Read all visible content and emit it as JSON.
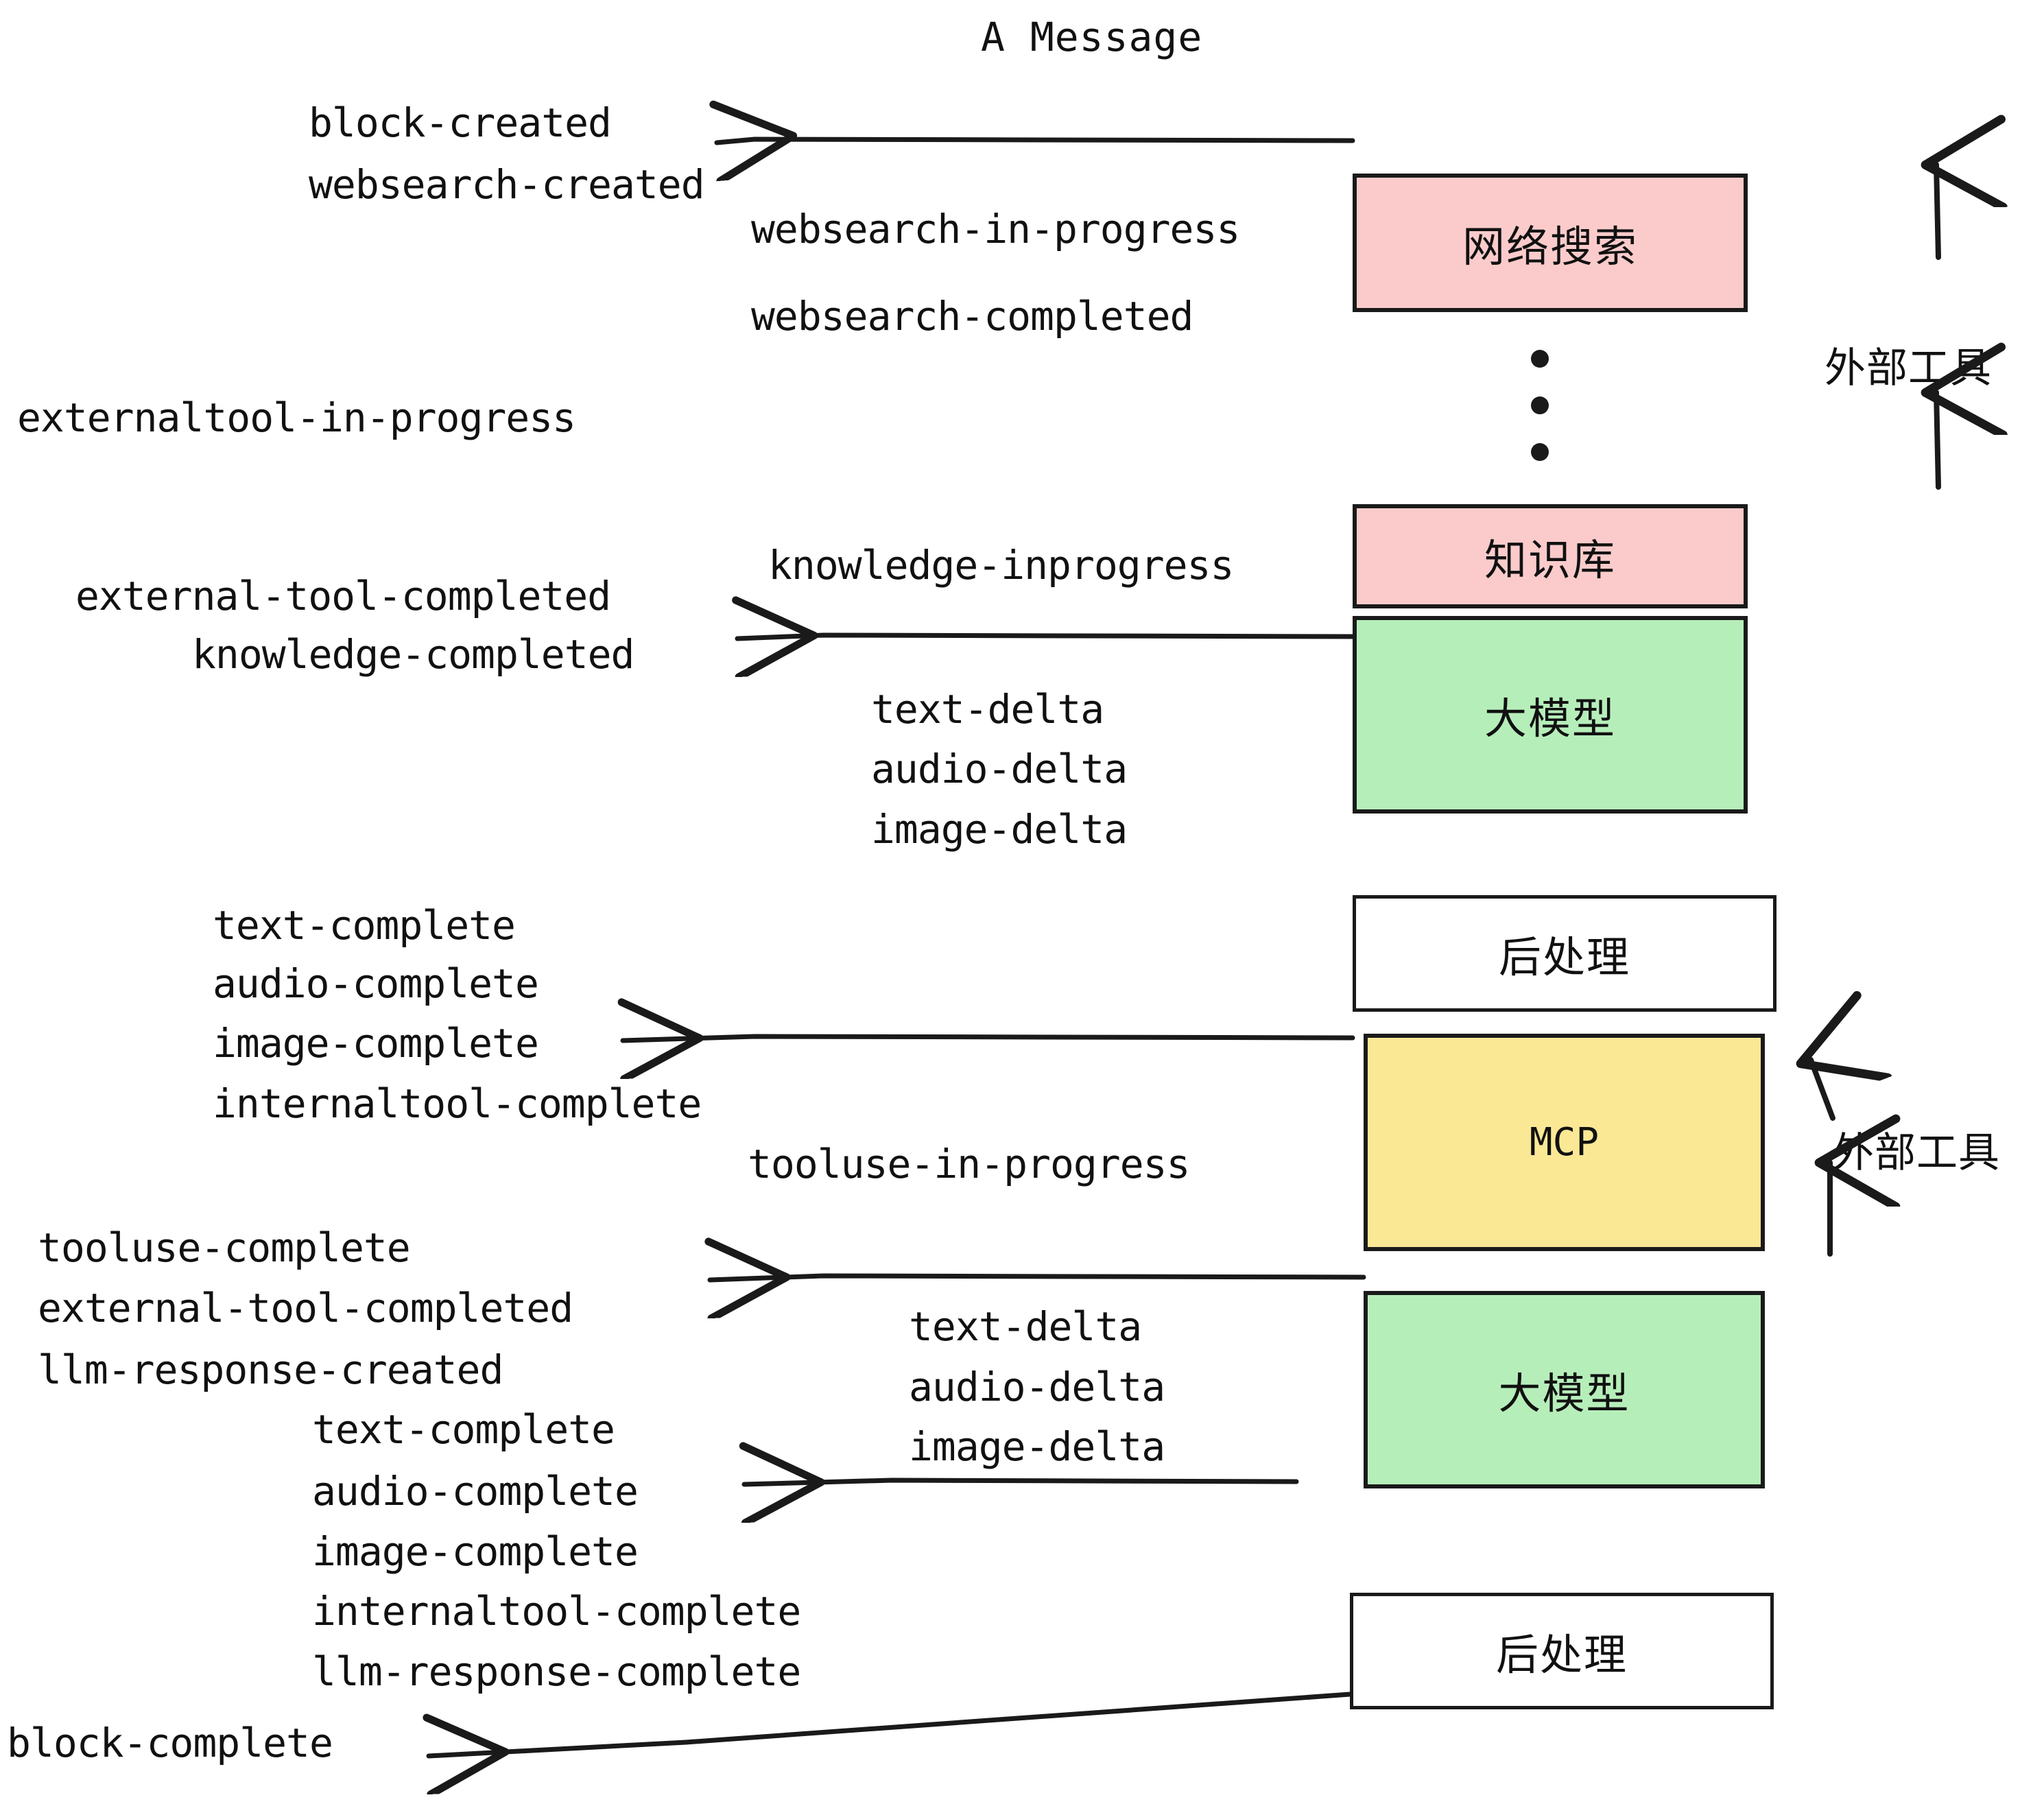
{
  "title": "A Message",
  "nodes": [
    {
      "id": "websearch",
      "label": "网络搜索",
      "color": "#fbcbcb",
      "kind": "cjk"
    },
    {
      "id": "knowledge",
      "label": "知识库",
      "color": "#fbcbcb",
      "kind": "cjk"
    },
    {
      "id": "llm-1",
      "label": "大模型",
      "color": "#b6eeba",
      "kind": "cjk"
    },
    {
      "id": "postproc-1",
      "label": "后处理",
      "color": "#ffffff",
      "kind": "cjk"
    },
    {
      "id": "mcp",
      "label": "MCP",
      "color": "#fae895",
      "kind": "latin"
    },
    {
      "id": "llm-2",
      "label": "大模型",
      "color": "#b6eeba",
      "kind": "cjk"
    },
    {
      "id": "postproc-2",
      "label": "后处理",
      "color": "#ffffff",
      "kind": "cjk"
    }
  ],
  "side_labels": [
    {
      "id": "external-tools-top",
      "text": "外部工具"
    },
    {
      "id": "external-tools-bottom",
      "text": "外部工具"
    }
  ],
  "events": [
    {
      "id": "block-created",
      "text": "block-created"
    },
    {
      "id": "websearch-created",
      "text": "websearch-created"
    },
    {
      "id": "websearch-in-progress",
      "text": "websearch-in-progress"
    },
    {
      "id": "websearch-completed",
      "text": "websearch-completed"
    },
    {
      "id": "externaltool-in-progress",
      "text": "externaltool-in-progress"
    },
    {
      "id": "knowledge-inprogress",
      "text": "knowledge-inprogress"
    },
    {
      "id": "external-tool-completed-1",
      "text": "external-tool-completed"
    },
    {
      "id": "knowledge-completed",
      "text": "knowledge-completed"
    },
    {
      "id": "text-delta-1",
      "text": "text-delta"
    },
    {
      "id": "audio-delta-1",
      "text": "audio-delta"
    },
    {
      "id": "image-delta-1",
      "text": "image-delta"
    },
    {
      "id": "text-complete-1",
      "text": "text-complete"
    },
    {
      "id": "audio-complete-1",
      "text": "audio-complete"
    },
    {
      "id": "image-complete-1",
      "text": "image-complete"
    },
    {
      "id": "internaltool-complete-1",
      "text": "internaltool-complete"
    },
    {
      "id": "tooluse-in-progress",
      "text": "tooluse-in-progress"
    },
    {
      "id": "tooluse-complete",
      "text": "tooluse-complete"
    },
    {
      "id": "external-tool-completed-2",
      "text": "external-tool-completed"
    },
    {
      "id": "llm-response-created",
      "text": "llm-response-created"
    },
    {
      "id": "text-delta-2",
      "text": "text-delta"
    },
    {
      "id": "audio-delta-2",
      "text": "audio-delta"
    },
    {
      "id": "image-delta-2",
      "text": "image-delta"
    },
    {
      "id": "text-complete-2",
      "text": "text-complete"
    },
    {
      "id": "audio-complete-2",
      "text": "audio-complete"
    },
    {
      "id": "image-complete-2",
      "text": "image-complete"
    },
    {
      "id": "internaltool-complete-2",
      "text": "internaltool-complete"
    },
    {
      "id": "llm-response-complete",
      "text": "llm-response-complete"
    },
    {
      "id": "block-complete",
      "text": "block-complete"
    }
  ],
  "colors": {
    "stroke": "#1a1a1a",
    "pink": "#fbcbcb",
    "green": "#b6eeba",
    "yellow": "#fae895",
    "white": "#ffffff",
    "text": "#111111"
  }
}
